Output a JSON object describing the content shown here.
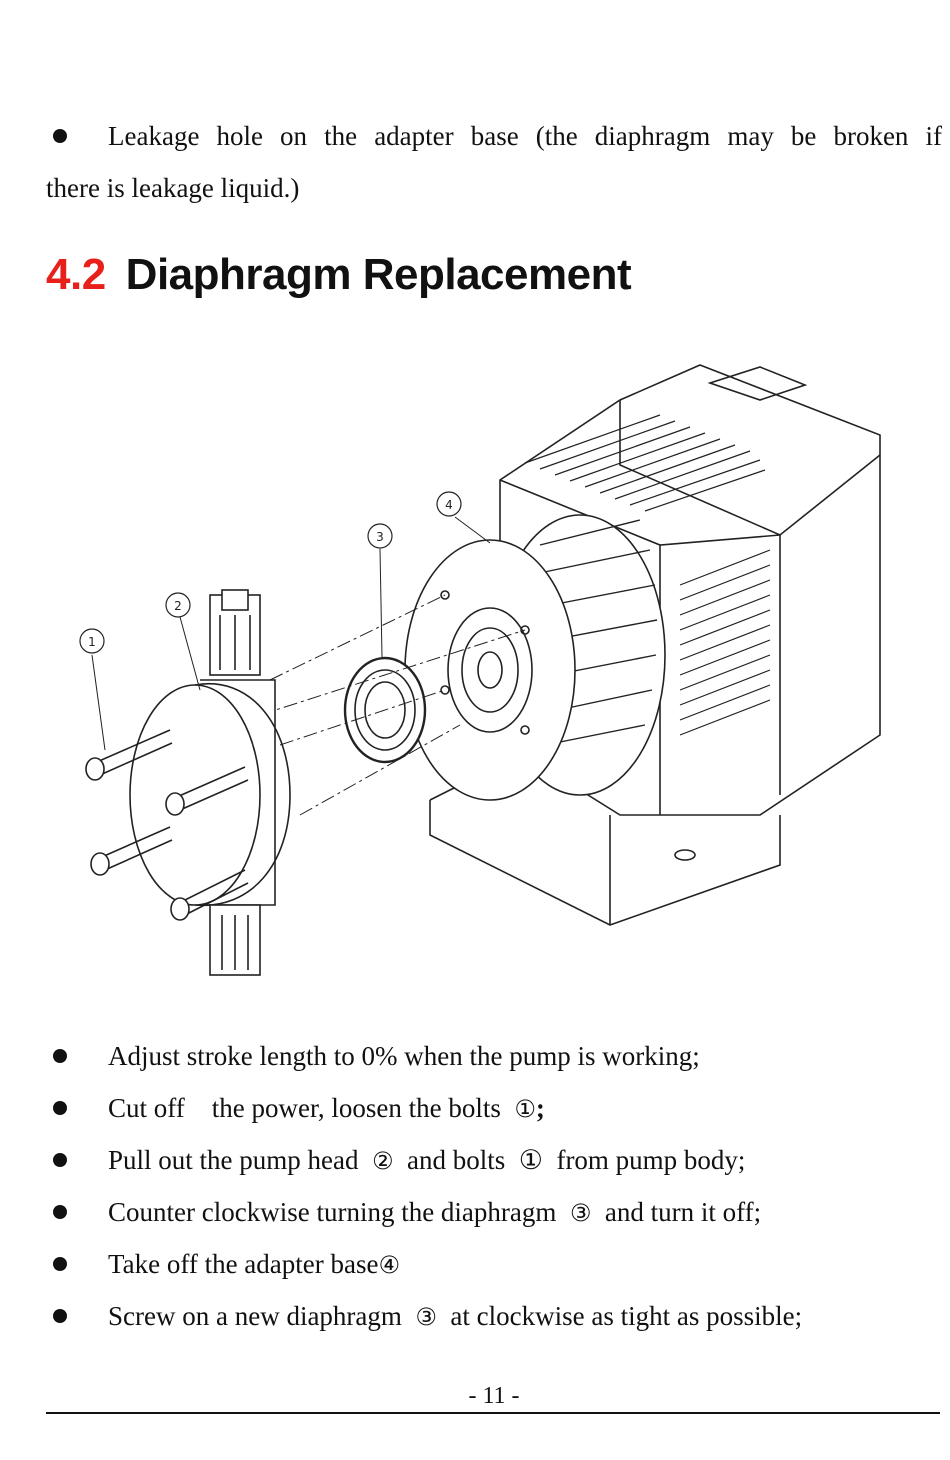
{
  "intro": {
    "line1": "Leakage hole on the adapter base (the diaphragm may be broken if",
    "line2": "there is leakage liquid.)"
  },
  "section": {
    "number": "4.2",
    "title": "Diaphragm Replacement"
  },
  "figure": {
    "callouts": [
      "1",
      "2",
      "3",
      "4"
    ]
  },
  "steps": [
    {
      "pre": "Adjust stroke length to 0% when the pump is working;",
      "ref": "",
      "post": ""
    },
    {
      "pre": "Cut off    the power, loosen the bolts  ",
      "ref": "①",
      "post": ";"
    },
    {
      "pre": "Pull out the pump head  ",
      "ref": "②",
      "post": "  and bolts  ①  from pump body;"
    },
    {
      "pre": "Counter clockwise turning the diaphragm  ",
      "ref": "③",
      "post": "  and turn it off;"
    },
    {
      "pre": "Take off the adapter base",
      "ref": "④",
      "post": ""
    },
    {
      "pre": "Screw on a new diaphragm  ",
      "ref": "③",
      "post": "  at clockwise as tight as possible;"
    }
  ],
  "footer": {
    "page": "- 11 -"
  },
  "colors": {
    "accent": "#e8201a",
    "text": "#111111"
  }
}
